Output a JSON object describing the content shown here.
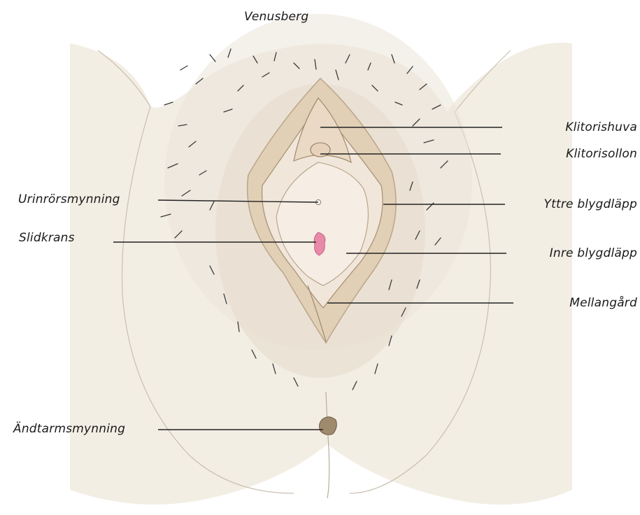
{
  "title": "Venusberg",
  "labels": {
    "klitorishuva": "Klitorishuva",
    "klitorisollon": "Klitorisollon",
    "urinrorsmynning": "Urinrörsmynning",
    "yttre_blygdlapp": "Yttre blygdläpp",
    "slidkrans": "Slidkrans",
    "inre_blygdlapp": "Inre blygdläpp",
    "mellangard": "Mellangård",
    "andtarmsmynning": "Ändtarmsmynning"
  },
  "colors": {
    "skin": "#f3eee4",
    "skin_shadow": "#ece4d6",
    "vulva_outer": "#e2d0b6",
    "vulva_inner": "#f1e6da",
    "accent_pink": "#e889a8",
    "line": "#222222"
  }
}
